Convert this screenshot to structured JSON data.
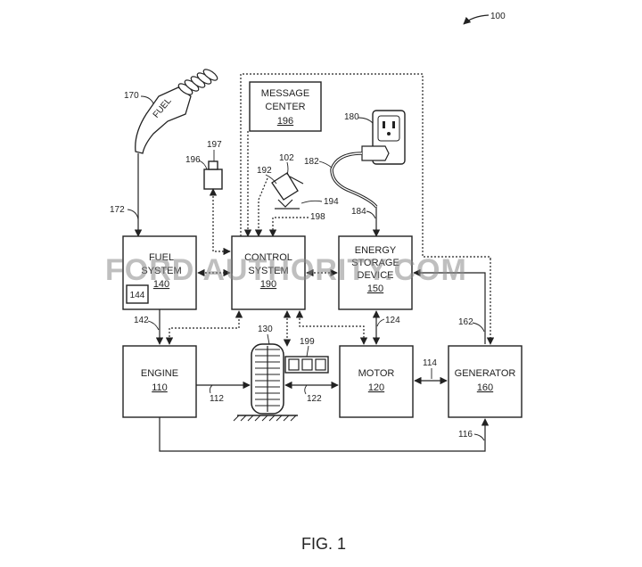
{
  "figure_ref": "100",
  "figure_label": "FIG. 1",
  "watermark": "FORD AUTHORITY.COM",
  "nozzle_text": "FUEL",
  "blocks": {
    "message_center": {
      "line1": "MESSAGE",
      "line2": "CENTER",
      "ref": "196"
    },
    "fuel_system": {
      "line1": "FUEL",
      "line2": "SYSTEM",
      "ref": "140",
      "inner_ref": "144"
    },
    "control_system": {
      "line1": "CONTROL",
      "line2": "SYSTEM",
      "ref": "190"
    },
    "energy_storage": {
      "line1": "ENERGY",
      "line2": "STORAGE",
      "line3": "DEVICE",
      "ref": "150"
    },
    "engine": {
      "line1": "ENGINE",
      "ref": "110"
    },
    "motor": {
      "line1": "MOTOR",
      "ref": "120"
    },
    "generator": {
      "line1": "GENERATOR",
      "ref": "160"
    }
  },
  "refs": {
    "nozzle": "170",
    "fuel_line": "172",
    "sensor_a": "196",
    "sensor_b": "197",
    "pedal": "102",
    "pedal_arm": "192",
    "pedal_sensor": "194",
    "pedal_signal": "198",
    "outlet": "180",
    "cable": "182",
    "charge_line": "184",
    "fuel_to_engine": "142",
    "wheel": "130",
    "indicator": "199",
    "ess_to_motor": "124",
    "engine_shaft": "112",
    "motor_shaft": "122",
    "motor_gen": "114",
    "gen_to_ess": "162",
    "engine_gen": "116"
  }
}
